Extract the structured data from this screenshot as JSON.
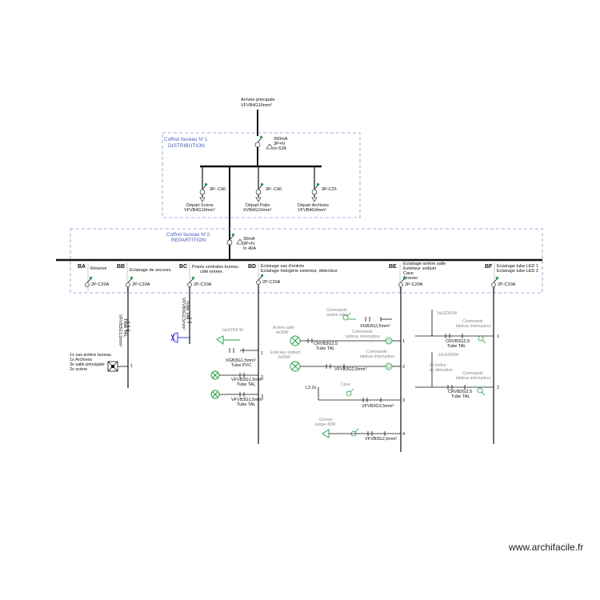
{
  "main_feed": {
    "line1": "Arrivée principale",
    "line2": "VFVB4G10mm²"
  },
  "box1": {
    "title1": "Coffret bureau N°1.",
    "title2": "DISTRIBUTION",
    "breaker": {
      "l1": "300mA",
      "l2": "3P+N",
      "l3": "In 63A"
    },
    "departures": [
      {
        "rating": "3P- C40",
        "name": "Départ Scène",
        "cable": "VFVB4G10mm²"
      },
      {
        "rating": "3P- C40",
        "name": "Départ Patio",
        "cable": "XVB4G10mm²"
      },
      {
        "rating": "3P-C25",
        "name": "Départ Archives",
        "cable": "VFVB4G4mm²"
      }
    ]
  },
  "box2": {
    "title1": "Coffret bureau N°2.",
    "title2": "REPARTITION",
    "breaker": {
      "l1": "30mA",
      "l2": "3P+N",
      "l3": "In 40A"
    }
  },
  "circuits": [
    {
      "code": "BA",
      "desc": [
        "Réserve"
      ],
      "rating": "2P-C20A"
    },
    {
      "code": "BB",
      "desc": [
        "Eclairage de secours."
      ],
      "rating": "2P-C20A"
    },
    {
      "code": "BC",
      "desc": [
        "Prises centrales bureau",
        "côté entrée."
      ],
      "rating": "2P-C20A"
    },
    {
      "code": "BD",
      "desc": [
        "Eclairage sas d'entrée",
        "Eclairage halogène extérieur, détecteur"
      ],
      "rating": "2P-C20A"
    },
    {
      "code": "BE",
      "desc": [
        "Eclairage arrière salle",
        "Extérieur sodium",
        "Cave",
        "Grenier"
      ],
      "rating": "2P-C20A"
    },
    {
      "code": "BF",
      "desc": [
        "Eclairage tube LED 1",
        "Eclairage tube LED 2"
      ],
      "rating": "2P-C20A"
    }
  ],
  "bb": {
    "label_lines": [
      "1x sas arrière bureau",
      "1x Archives",
      "3x salle principale",
      "2x scène"
    ],
    "num": "1",
    "vert1": "VFVB3G1,5mm²",
    "vert2": "Tube TAL"
  },
  "bc": {
    "vert1": "VFVB3G2,5mm²",
    "vert2": "Tube TAL"
  },
  "bd": {
    "lamp": "1xLED18 W",
    "cable1": "XGB3G1,5mm²",
    "cable1b": "Tube PVC",
    "cable2": "VFVB3G1,5mm²",
    "cable2b": "Tube TAL",
    "cable3": "VFVB3G1,5mm²",
    "cable3b": "Tube TAL",
    "nums": [
      "1",
      "2",
      "3"
    ]
  },
  "be": {
    "cmd1": [
      "Commande",
      "arrière salle"
    ],
    "cable_top": "XGB3G2,5mm²",
    "salle": [
      "Arrière salle",
      "4x36W"
    ],
    "c1a": "CRVB3G2,5",
    "c1b": "Tube TAL",
    "cmd2": [
      "Commande",
      "tableau interrupteur"
    ],
    "sodium": [
      "Extérieur sodium",
      "3x60W"
    ],
    "cmd3": [
      "Commande",
      "tableau interrupteur"
    ],
    "c2": "VFVB3G2,5mm²",
    "l3": "L3 2x",
    "cave": "Cave",
    "c3": "VFVB3G2,5mm²",
    "grenier": [
      "Grenier",
      "lampe 40W"
    ],
    "c4": "VFVB3G2,5mm²",
    "nums": [
      "1",
      "2",
      "3",
      "4"
    ]
  },
  "bf": {
    "led1": "3xLED60W",
    "cmd1": [
      "Commande",
      "tableau interrupteur"
    ],
    "c1a": "CRVB3G2,5",
    "c1b": "Tube TAL",
    "led2": "2xLED60W",
    "note": [
      "2x boîtes",
      "de dérivation"
    ],
    "cmd2": [
      "Commande",
      "tableau interrupteur"
    ],
    "c2a": "CRVB3G2,5",
    "c2b": "Tube TAL",
    "nums": [
      "1",
      "2"
    ]
  },
  "watermark": "www.archifacile.fr",
  "colors": {
    "line": "#111111",
    "box_border": "#8a90d8",
    "box_title": "#4a5ec0",
    "breaker_green": "#1e9c3a",
    "lamp_green": "#1e9c3a",
    "socket_blue": "#2a2ad0",
    "grey_text": "#8a8a8a"
  }
}
